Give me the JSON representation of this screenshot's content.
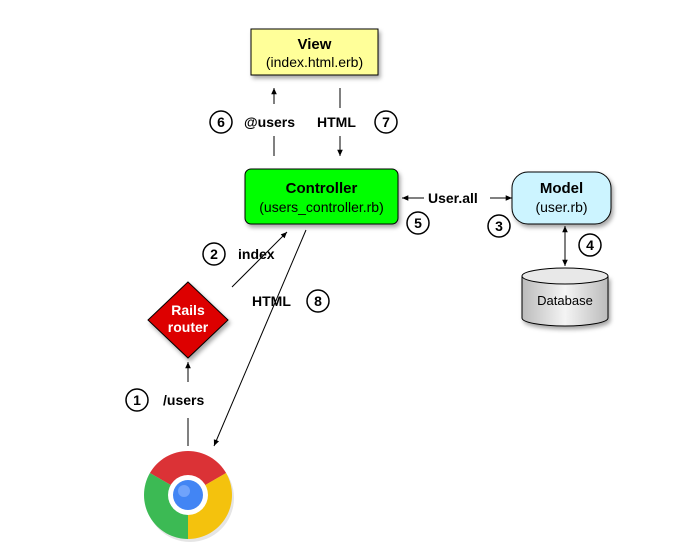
{
  "nodes": {
    "view": {
      "title": "View",
      "subtitle": "(index.html.erb)",
      "fill": "#ffff99"
    },
    "controller": {
      "title": "Controller",
      "subtitle": "(users_controller.rb)",
      "fill": "#00ff00"
    },
    "model": {
      "title": "Model",
      "subtitle": "(user.rb)",
      "fill": "#ccf4ff"
    },
    "router": {
      "line1": "Rails",
      "line2": "router",
      "fill": "#dd0000"
    },
    "database": {
      "label": "Database"
    },
    "browser": {
      "icon": "chrome-browser-icon"
    }
  },
  "edges": {
    "users_request": "/users",
    "index_action": "index",
    "user_all": "User.all",
    "users_var": "@users",
    "html_view": "HTML",
    "html_response": "HTML"
  },
  "steps": [
    "1",
    "2",
    "3",
    "4",
    "5",
    "6",
    "7",
    "8"
  ]
}
